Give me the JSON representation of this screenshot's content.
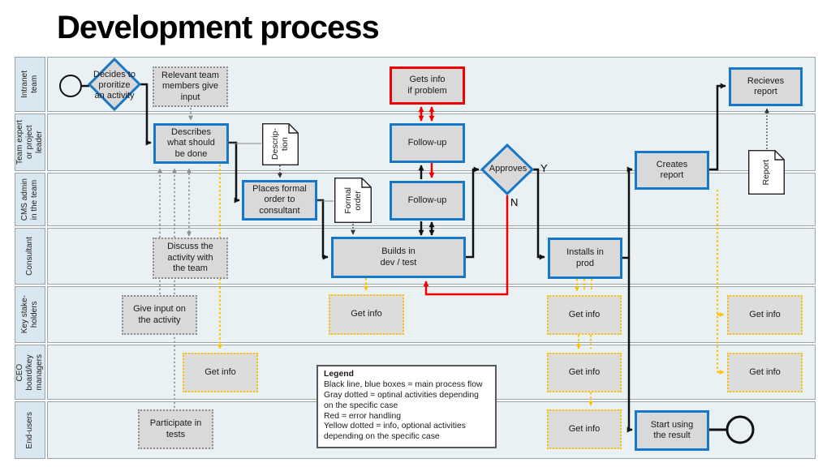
{
  "title": "Development process",
  "colors": {
    "main_blue": "#1878c8",
    "error_red": "#f20000",
    "optional_yellow": "#ffc000",
    "optional_gray": "#8f8f8f",
    "node_fill": "#d9d9d9",
    "lane_fill": "#e9f1f5",
    "lane_label_fill": "#d9e7f0"
  },
  "lanes": [
    {
      "label": "Intranet\nteam"
    },
    {
      "label": "Team expert\nor project\nleader"
    },
    {
      "label": "CMS admin\nin the team"
    },
    {
      "label": "Consultant"
    },
    {
      "label": "Key stake-\nholders"
    },
    {
      "label": "CEO\nboard/key\nmanagers"
    },
    {
      "label": "End-users"
    }
  ],
  "nodes": {
    "decides": {
      "label": "Decides to\nproritize\nan activity"
    },
    "relevant": {
      "label": "Relevant team\nmembers give\ninput"
    },
    "describes": {
      "label": "Describes\nwhat should\nbe done"
    },
    "description_doc": {
      "label": "Descrip-\ntion"
    },
    "places_order": {
      "label": "Places formal\norder to\nconsultant"
    },
    "formal_order_doc": {
      "label": "Formal\norder"
    },
    "gets_info_problem": {
      "label": "Gets info\nif problem"
    },
    "follow_up_team": {
      "label": "Follow-up"
    },
    "follow_up_cms": {
      "label": "Follow-up"
    },
    "builds": {
      "label": "Builds in\ndev / test"
    },
    "approves": {
      "label": "Approves"
    },
    "installs": {
      "label": "Installs in\nprod"
    },
    "creates_report": {
      "label": "Creates\nreport"
    },
    "recieves_report": {
      "label": "Recieves\nreport"
    },
    "report_doc": {
      "label": "Report"
    },
    "discuss": {
      "label": "Discuss the\nactivity with\nthe team"
    },
    "give_input": {
      "label": "Give input on\nthe activity"
    },
    "participate": {
      "label": "Participate in\ntests"
    },
    "start_using": {
      "label": "Start using\nthe result"
    },
    "get_info": {
      "label": "Get info"
    }
  },
  "branch_labels": {
    "yes": "Y",
    "no": "N"
  },
  "legend": {
    "title": "Legend",
    "body": "Black line, blue boxes = main process flow\nGray dotted = optinal activities depending\non the specific case\nRed = error handling\nYellow dotted = info, optional activities\ndepending on the specific case"
  }
}
